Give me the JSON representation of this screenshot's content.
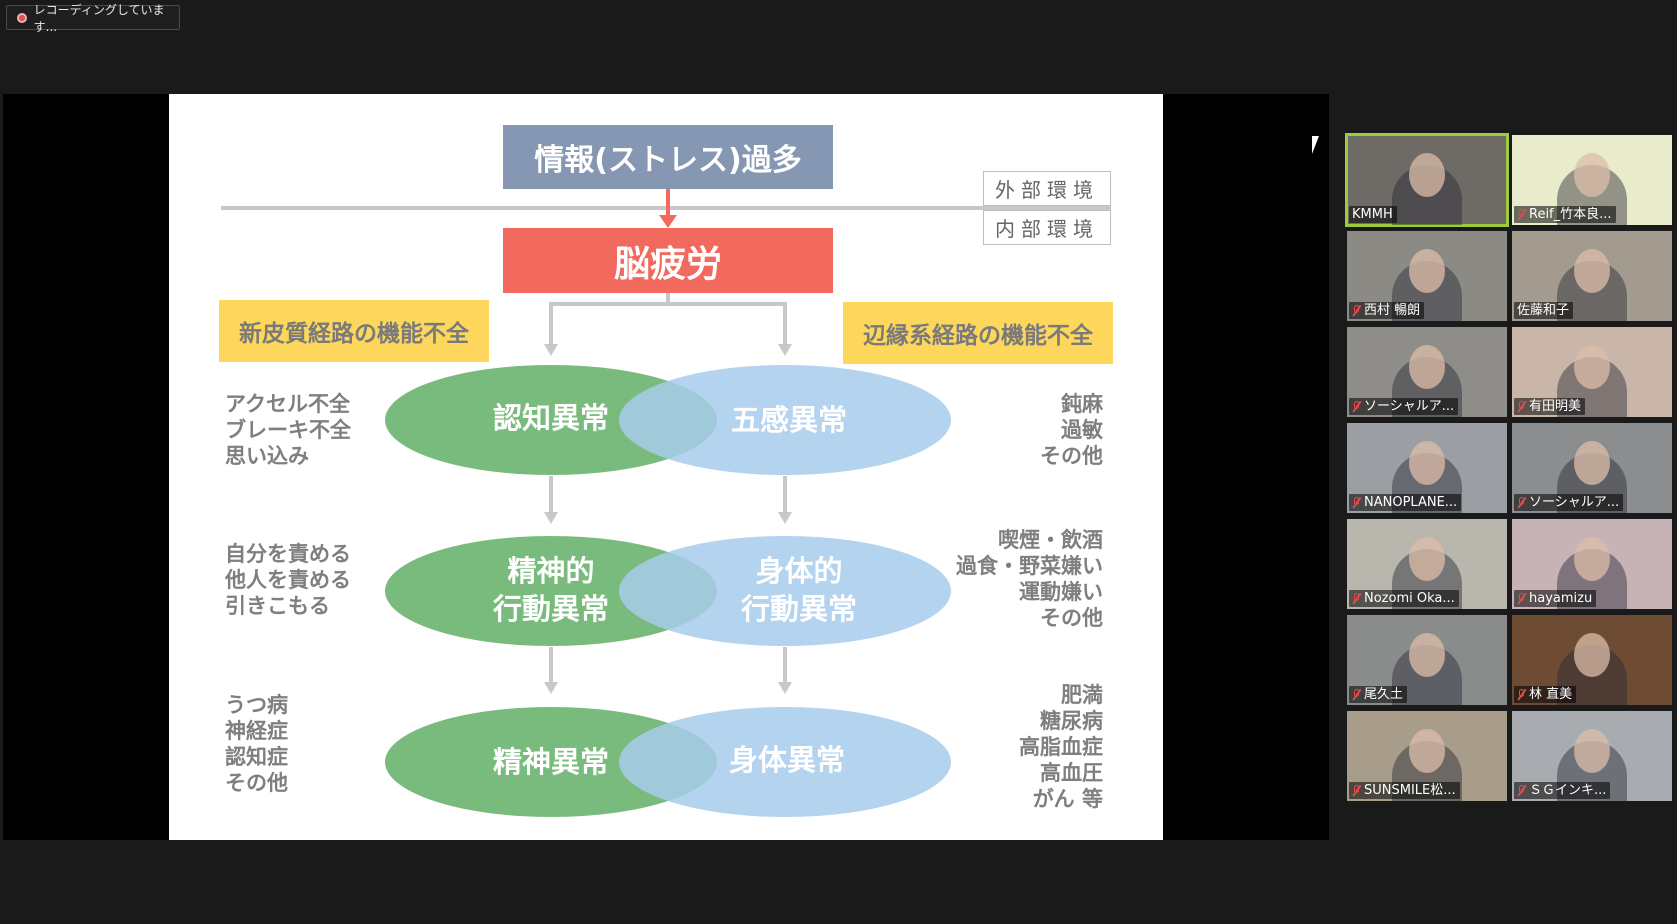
{
  "recording": {
    "label": "レコーディングしています..."
  },
  "slide": {
    "top_box": "情報(ストレス)過多",
    "external_env": "外部環境",
    "internal_env": "内部環境",
    "brain_box": "脳疲労",
    "left_header": "新皮質経路の機能不全",
    "right_header": "辺縁系経路の機能不全",
    "rows": [
      {
        "left_items": [
          "アクセル不全",
          "ブレーキ不全",
          "思い込み"
        ],
        "green": [
          "認知異常"
        ],
        "blue": [
          "五感異常"
        ],
        "right_items": [
          "鈍麻",
          "過敏",
          "その他"
        ]
      },
      {
        "left_items": [
          "自分を責める",
          "他人を責める",
          "引きこもる"
        ],
        "green": [
          "精神的",
          "行動異常"
        ],
        "blue": [
          "身体的",
          "行動異常"
        ],
        "right_items": [
          "喫煙・飲酒",
          "過食・野菜嫌い",
          "運動嫌い",
          "その他"
        ]
      },
      {
        "left_items": [
          "うつ病",
          "神経症",
          "認知症",
          "その他"
        ],
        "green": [
          "精神異常"
        ],
        "blue": [
          "身体異常"
        ],
        "right_items": [
          "肥満",
          "糖尿病",
          "高脂血症",
          "高血圧",
          "がん 等"
        ]
      }
    ],
    "colors": {
      "green": "#6ab46e",
      "blue": "#a7cbeb",
      "red": "#f2695e",
      "slate": "#8597b3",
      "yellow": "#fdd65c"
    }
  },
  "participants": [
    {
      "name": "KMMH",
      "muted": false,
      "active": true
    },
    {
      "name": "Reif_竹本良...",
      "muted": true,
      "active": false
    },
    {
      "name": "西村 暢朗",
      "muted": true,
      "active": false
    },
    {
      "name": "佐藤和子",
      "muted": false,
      "active": false
    },
    {
      "name": "ソーシャルア...",
      "muted": true,
      "active": false
    },
    {
      "name": "有田明美",
      "muted": true,
      "active": false
    },
    {
      "name": "NANOPLANE...",
      "muted": true,
      "active": false
    },
    {
      "name": "ソーシャルア...",
      "muted": true,
      "active": false
    },
    {
      "name": "Nozomi Oka...",
      "muted": true,
      "active": false
    },
    {
      "name": "hayamizu",
      "muted": true,
      "active": false
    },
    {
      "name": "尾久土",
      "muted": true,
      "active": false
    },
    {
      "name": "林 直美",
      "muted": true,
      "active": false
    },
    {
      "name": "SUNSMILE松...",
      "muted": true,
      "active": false
    },
    {
      "name": "ＳＧインキ...",
      "muted": true,
      "active": false
    }
  ]
}
